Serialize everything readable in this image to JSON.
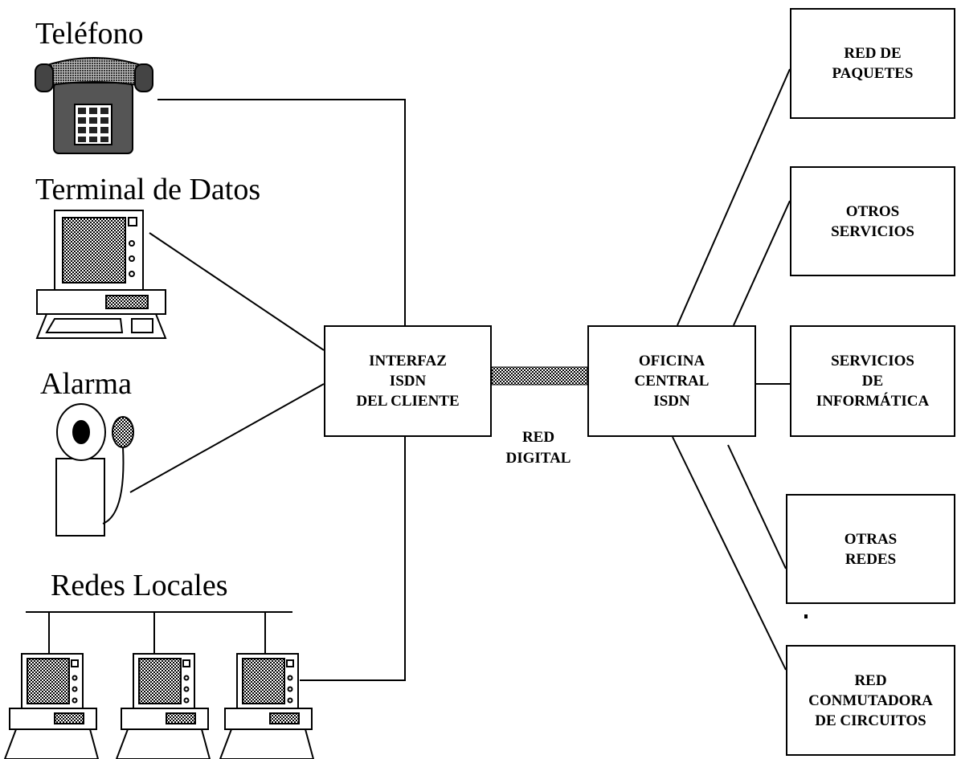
{
  "devices": {
    "telefono": "Teléfono",
    "terminal": "Terminal de Datos",
    "alarma": "Alarma",
    "redes_locales": "Redes Locales"
  },
  "interfaz": {
    "lines": [
      "INTERFAZ",
      "ISDN",
      "DEL CLIENTE"
    ]
  },
  "oficina": {
    "lines": [
      "OFICINA",
      "CENTRAL",
      "ISDN"
    ]
  },
  "red_digital": {
    "lines": [
      "RED",
      "DIGITAL"
    ]
  },
  "services": [
    {
      "id": "paquetes",
      "lines": [
        "RED DE",
        "PAQUETES"
      ]
    },
    {
      "id": "otros-servicios",
      "lines": [
        "OTROS",
        "SERVICIOS"
      ]
    },
    {
      "id": "informatica",
      "lines": [
        "SERVICIOS",
        "DE",
        "INFORMÁTICA"
      ]
    },
    {
      "id": "otras-redes",
      "lines": [
        "OTRAS",
        "REDES"
      ]
    },
    {
      "id": "conmutadora",
      "lines": [
        "RED",
        "CONMUTADORA",
        "DE CIRCUITOS"
      ]
    }
  ],
  "icons": [
    "telephone-icon",
    "computer-terminal-icon",
    "alarm-icon",
    "lan-computer-icon"
  ]
}
